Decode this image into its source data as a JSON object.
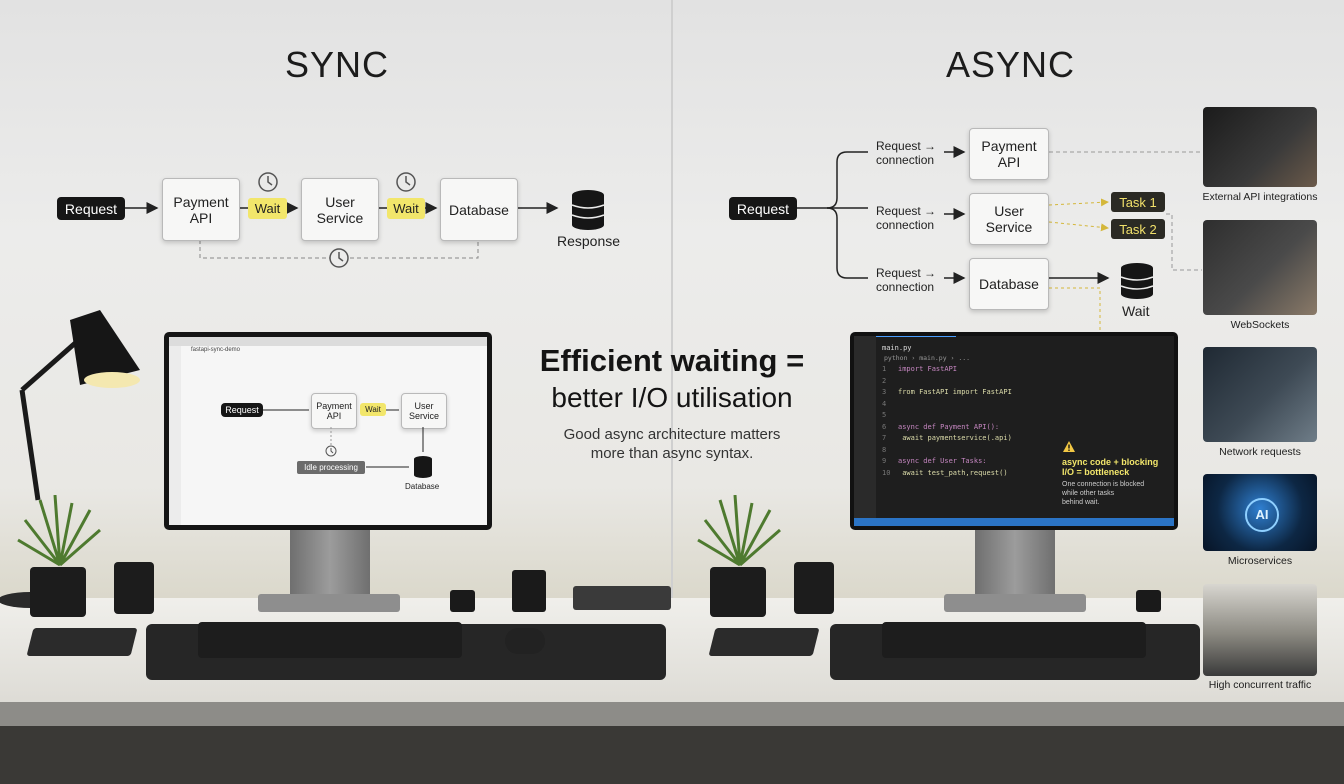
{
  "sync": {
    "title": "SYNC",
    "request": "Request",
    "payment_api": "Payment\nAPI",
    "wait1": "Wait",
    "user_service": "User\nService",
    "wait2": "Wait",
    "database": "Database",
    "response": "Response",
    "monitor": {
      "tab": "fastapi-sync-demo",
      "request": "Request",
      "payment_api": "Payment\nAPI",
      "wait": "Wait",
      "user_service": "User\nService",
      "idle": "Idle processing",
      "database": "Database"
    }
  },
  "async": {
    "title": "ASYNC",
    "request": "Request",
    "conn1": "Request →\nconnection",
    "conn2": "Request →\nconnection",
    "conn3": "Request →\nconnection",
    "payment_api": "Payment\nAPI",
    "user_service": "User\nService",
    "database": "Database",
    "task1": "Task 1",
    "task2": "Task 2",
    "wait": "Wait",
    "editor": {
      "tab": "main.py",
      "breadcrumb": "python  ›  main.py  ›  ...",
      "code": [
        {
          "n": "1",
          "t": "import FastAPI"
        },
        {
          "n": "2",
          "t": ""
        },
        {
          "n": "3",
          "t": "from FastAPI import FastAPI"
        },
        {
          "n": "4",
          "t": ""
        },
        {
          "n": "5",
          "t": ""
        },
        {
          "n": "6",
          "t": "async def Payment API():"
        },
        {
          "n": "7",
          "t": "    await paymentservice(.api)"
        },
        {
          "n": "8",
          "t": ""
        },
        {
          "n": "9",
          "t": "async def User Tasks:"
        },
        {
          "n": "10",
          "t": "    await test_path,request()"
        }
      ],
      "warning_title": "async code + blocking\nI/O = bottleneck",
      "warning_body": "One connection is blocked\nwhile other tasks\nbehind wait."
    }
  },
  "center": {
    "headline1": "Efficient waiting =",
    "headline2": "better I/O utilisation",
    "sub": "Good async architecture matters\nmore than async syntax."
  },
  "sidebar": [
    {
      "label": "External API integrations"
    },
    {
      "label": "WebSockets"
    },
    {
      "label": "Network requests"
    },
    {
      "label": "Microservices"
    },
    {
      "label": "High concurrent traffic"
    }
  ],
  "colors": {
    "accent_yellow": "#f2e66b",
    "dark": "#161616",
    "editor_bg": "#1e1e1e"
  }
}
